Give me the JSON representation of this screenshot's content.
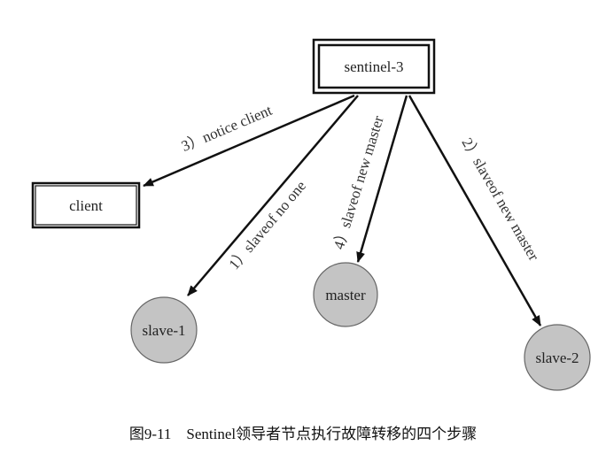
{
  "nodes": {
    "sentinel": "sentinel-3",
    "client": "client",
    "slave1": "slave-1",
    "master": "master",
    "slave2": "slave-2"
  },
  "edges": {
    "notice_client": "3）notice client",
    "slaveof_no_one": "1）slaveof no one",
    "slaveof_new_master_master": "4）slaveof new master",
    "slaveof_new_master_slave2": "2）slaveof new master"
  },
  "caption": "图9-11    Sentinel领导者节点执行故障转移的四个步骤",
  "colors": {
    "circle_fill": "#c4c4c4",
    "stroke": "#111111"
  }
}
